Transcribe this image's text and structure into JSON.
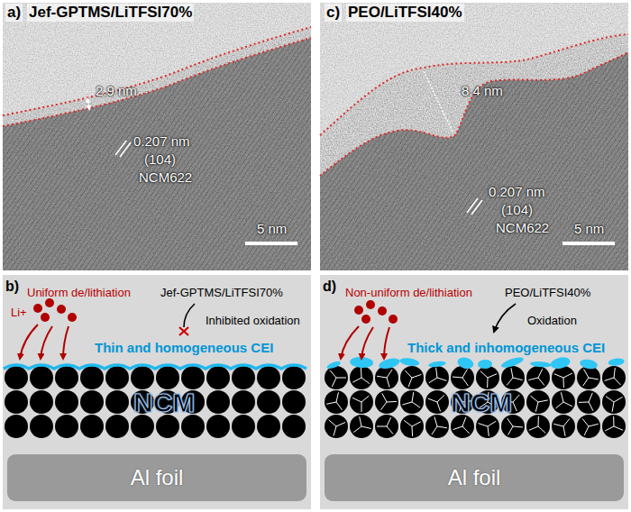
{
  "diagram": {
    "nodes": [
      {
        "text": [
          "b)"
        ]
      },
      {
        "text": [
          "Al foil"
        ],
        "in": 0
      },
      {
        "text": [
          "d)"
        ]
      },
      {
        "text": [
          "Al foil"
        ],
        "in": 2
      }
    ],
    "labels": [
      "a)",
      "Jef-GPTMS/LiTFSI70%",
      "2.9 nm",
      "0.207 nm",
      "(104)",
      "NCM622",
      "5 nm",
      "c)",
      "PEO/LiTFSI40%",
      "8.4 nm",
      "0.207 nm",
      "(104)",
      "NCM622",
      "5 nm",
      "Uniform de/lithiation",
      "Li+",
      "Jef-GPTMS/LiTFSI70%",
      "Inhibited oxidation",
      "Thin and homogeneous CEI",
      "NCM",
      "Non-uniform de/lithiation",
      "PEO/LiTFSI40%",
      "Oxidation",
      "Thick and inhomogeneous CEI",
      "NCM"
    ]
  }
}
